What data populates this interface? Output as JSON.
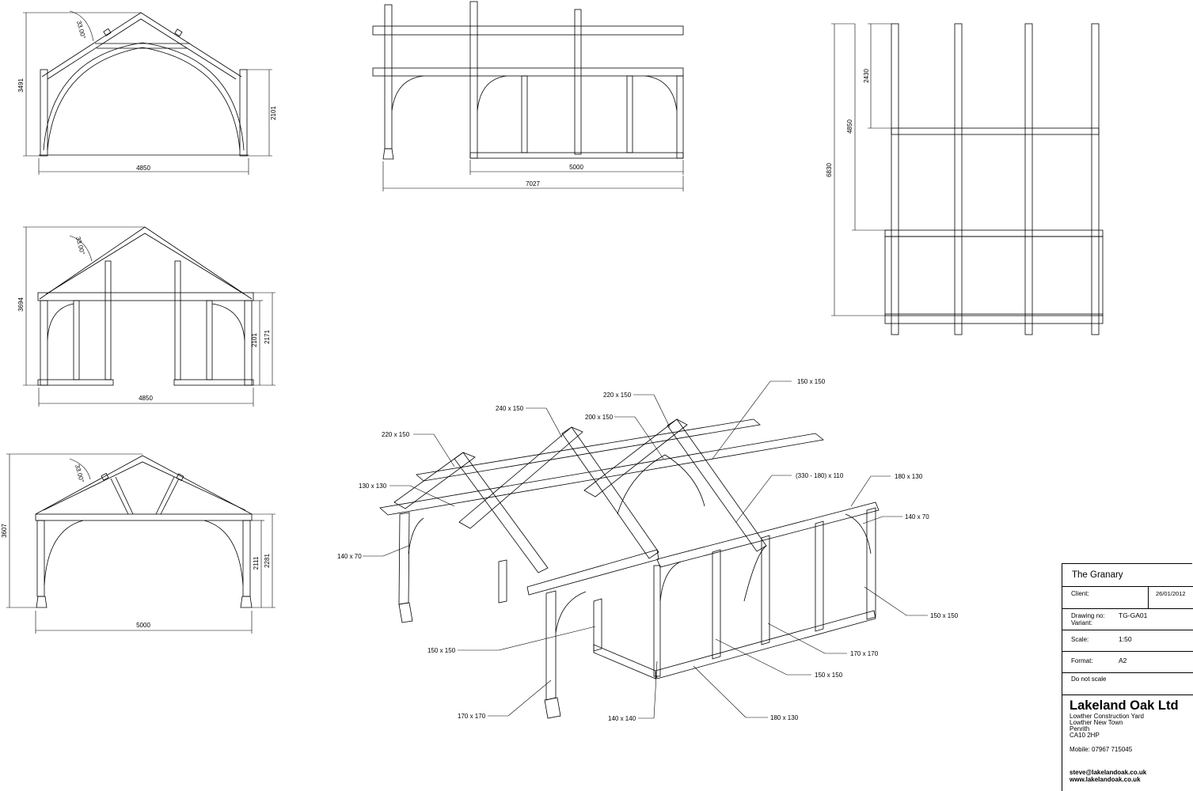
{
  "views": {
    "truss1": {
      "rise": "3491",
      "post": "2101",
      "span": "4850",
      "pitch": "33.00°"
    },
    "truss2": {
      "rise": "3694",
      "post_a": "2101",
      "post_b": "2171",
      "span": "4850",
      "pitch": "33.00°"
    },
    "truss3": {
      "rise": "3607",
      "post_a": "2111",
      "post_b": "2281",
      "span": "5000",
      "pitch": "33.00°"
    },
    "elevation": {
      "inner": "5000",
      "overall": "7027"
    },
    "plan": {
      "a": "2430",
      "b": "4850",
      "c": "6830"
    }
  },
  "labels": {
    "l1": "150 x 150",
    "l2": "220 x 150",
    "l3": "240 x 150",
    "l4": "200 x 150",
    "l5": "220 x 150",
    "l6": "(330 - 180) x 110",
    "l7": "130 x 130",
    "l8": "180 x 130",
    "l9": "140 x 70",
    "l10": "140 x 70",
    "l11": "150 x 150",
    "l12": "150 x 150",
    "l13": "170 x 170",
    "l14": "150 x 150",
    "l15": "170 x 170",
    "l16": "140 x 140",
    "l17": "180 x 130"
  },
  "title_block": {
    "project": "The Granary",
    "client_label": "Client:",
    "date": "26/01/2012",
    "drawing_label": "Drawing no:",
    "variant_label": "Variant:",
    "drawing_no": "TG-GA01",
    "scale_label": "Scale:",
    "scale": "1:50",
    "format_label": "Format:",
    "format": "A2",
    "note": "Do not scale",
    "company": "Lakeland Oak Ltd",
    "address": [
      "Lowther Construction Yard",
      "Lowther New Town",
      "Penrith",
      "CA10 2HP"
    ],
    "mobile": "Mobile: 07967 715045",
    "email": "steve@lakelandoak.co.uk",
    "web": "www.lakelandoak.co.uk"
  }
}
